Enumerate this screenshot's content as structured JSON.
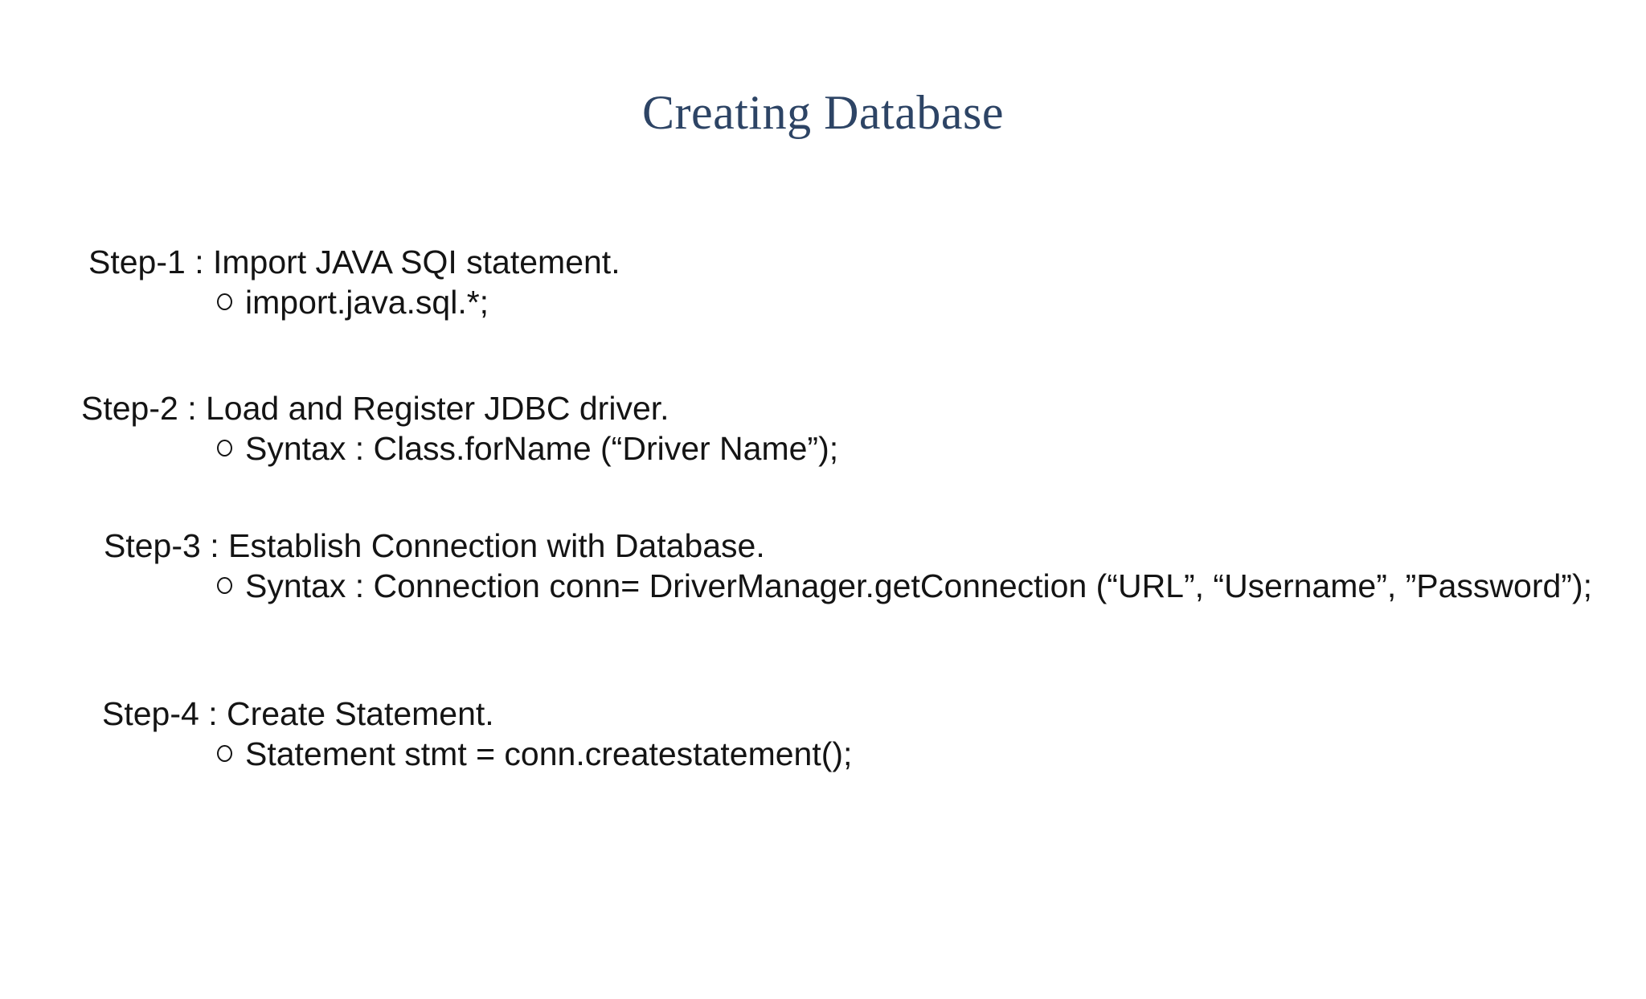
{
  "slide": {
    "title": "Creating Database",
    "title_color": "#2d4465",
    "background_color": "#ffffff",
    "text_color": "#141414",
    "bullet_style": "hollow-circle",
    "steps": [
      {
        "heading": "Step-1 : Import JAVA SQI statement.",
        "bullet": "import.java.sql.*;"
      },
      {
        "heading": "Step-2 : Load and Register JDBC driver.",
        "bullet": "Syntax : Class.forName (“Driver Name”);"
      },
      {
        "heading": "Step-3 : Establish Connection with Database.",
        "bullet": "Syntax : Connection conn= DriverManager.getConnection (“URL”, “Username”, ”Password”);"
      },
      {
        "heading": "Step-4 : Create Statement.",
        "bullet": "Statement stmt = conn.createstatement();"
      }
    ]
  }
}
